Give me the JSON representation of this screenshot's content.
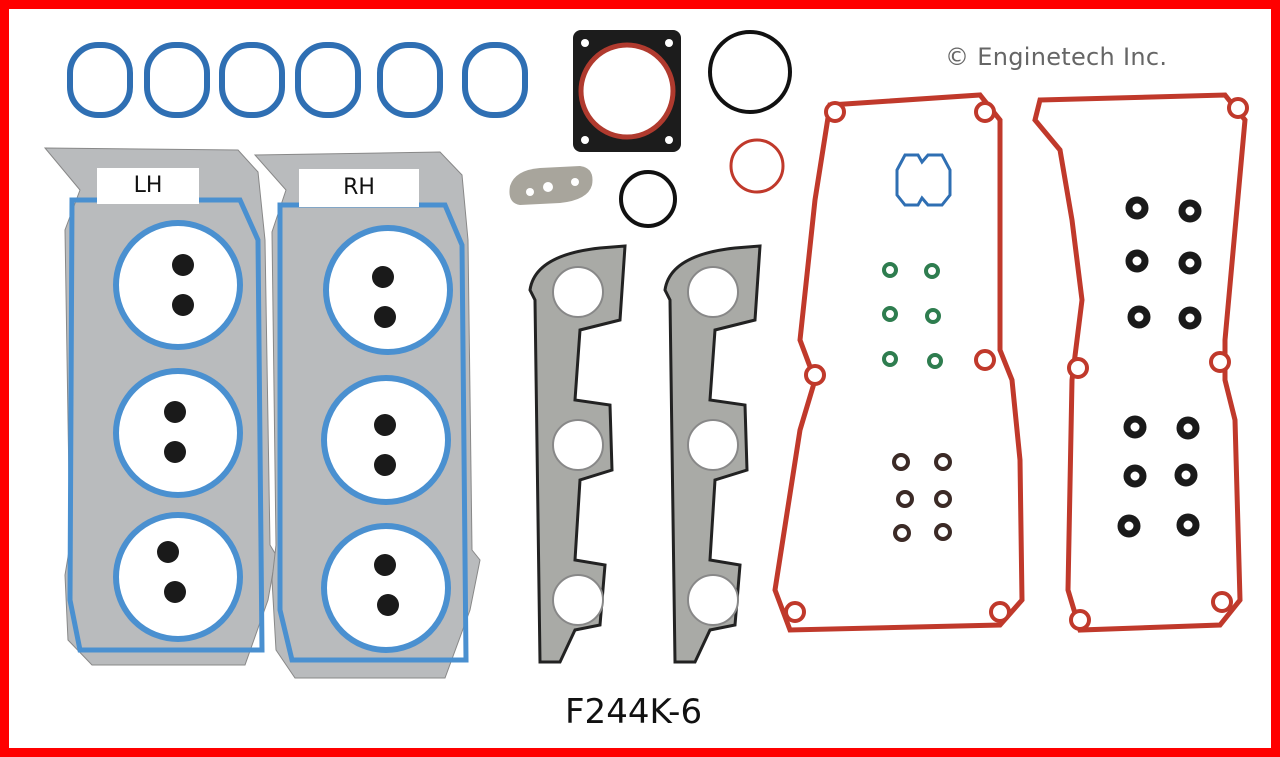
{
  "image": {
    "description": "Engine gasket set product photo on white background with red border",
    "watermark": "© Enginetech Inc.",
    "part_number": "F244K-6",
    "head_gasket_labels": [
      "LH",
      "RH"
    ],
    "colors": {
      "border": "#ff0000",
      "intake_gasket_blue": "#2f6fb3",
      "head_gasket_coating": "#4a90d0",
      "valve_cover_red": "#c0392b",
      "green_orings": "#2e7d4f",
      "black_seals": "#1a1a1a"
    },
    "components": [
      {
        "name": "intake-manifold-gaskets",
        "count": 6,
        "color": "blue"
      },
      {
        "name": "throttle-body-gasket",
        "count": 1,
        "color": "black/red"
      },
      {
        "name": "large-o-ring",
        "count": 1,
        "color": "black"
      },
      {
        "name": "small-o-ring",
        "count": 1,
        "color": "black"
      },
      {
        "name": "red-o-ring",
        "count": 1,
        "color": "red"
      },
      {
        "name": "egr-gasket",
        "count": 1,
        "color": "silver"
      },
      {
        "name": "cylinder-head-gaskets",
        "count": 2,
        "labels": [
          "LH",
          "RH"
        ]
      },
      {
        "name": "exhaust-manifold-gaskets",
        "count": 2
      },
      {
        "name": "valve-cover-gaskets",
        "count": 2,
        "color": "red"
      },
      {
        "name": "spark-plug-tube-gasket",
        "count": 1,
        "color": "blue"
      },
      {
        "name": "green-o-rings",
        "count": 6
      },
      {
        "name": "brown-o-rings",
        "count": 6
      },
      {
        "name": "valve-stem-seals",
        "count": 24
      }
    ]
  }
}
